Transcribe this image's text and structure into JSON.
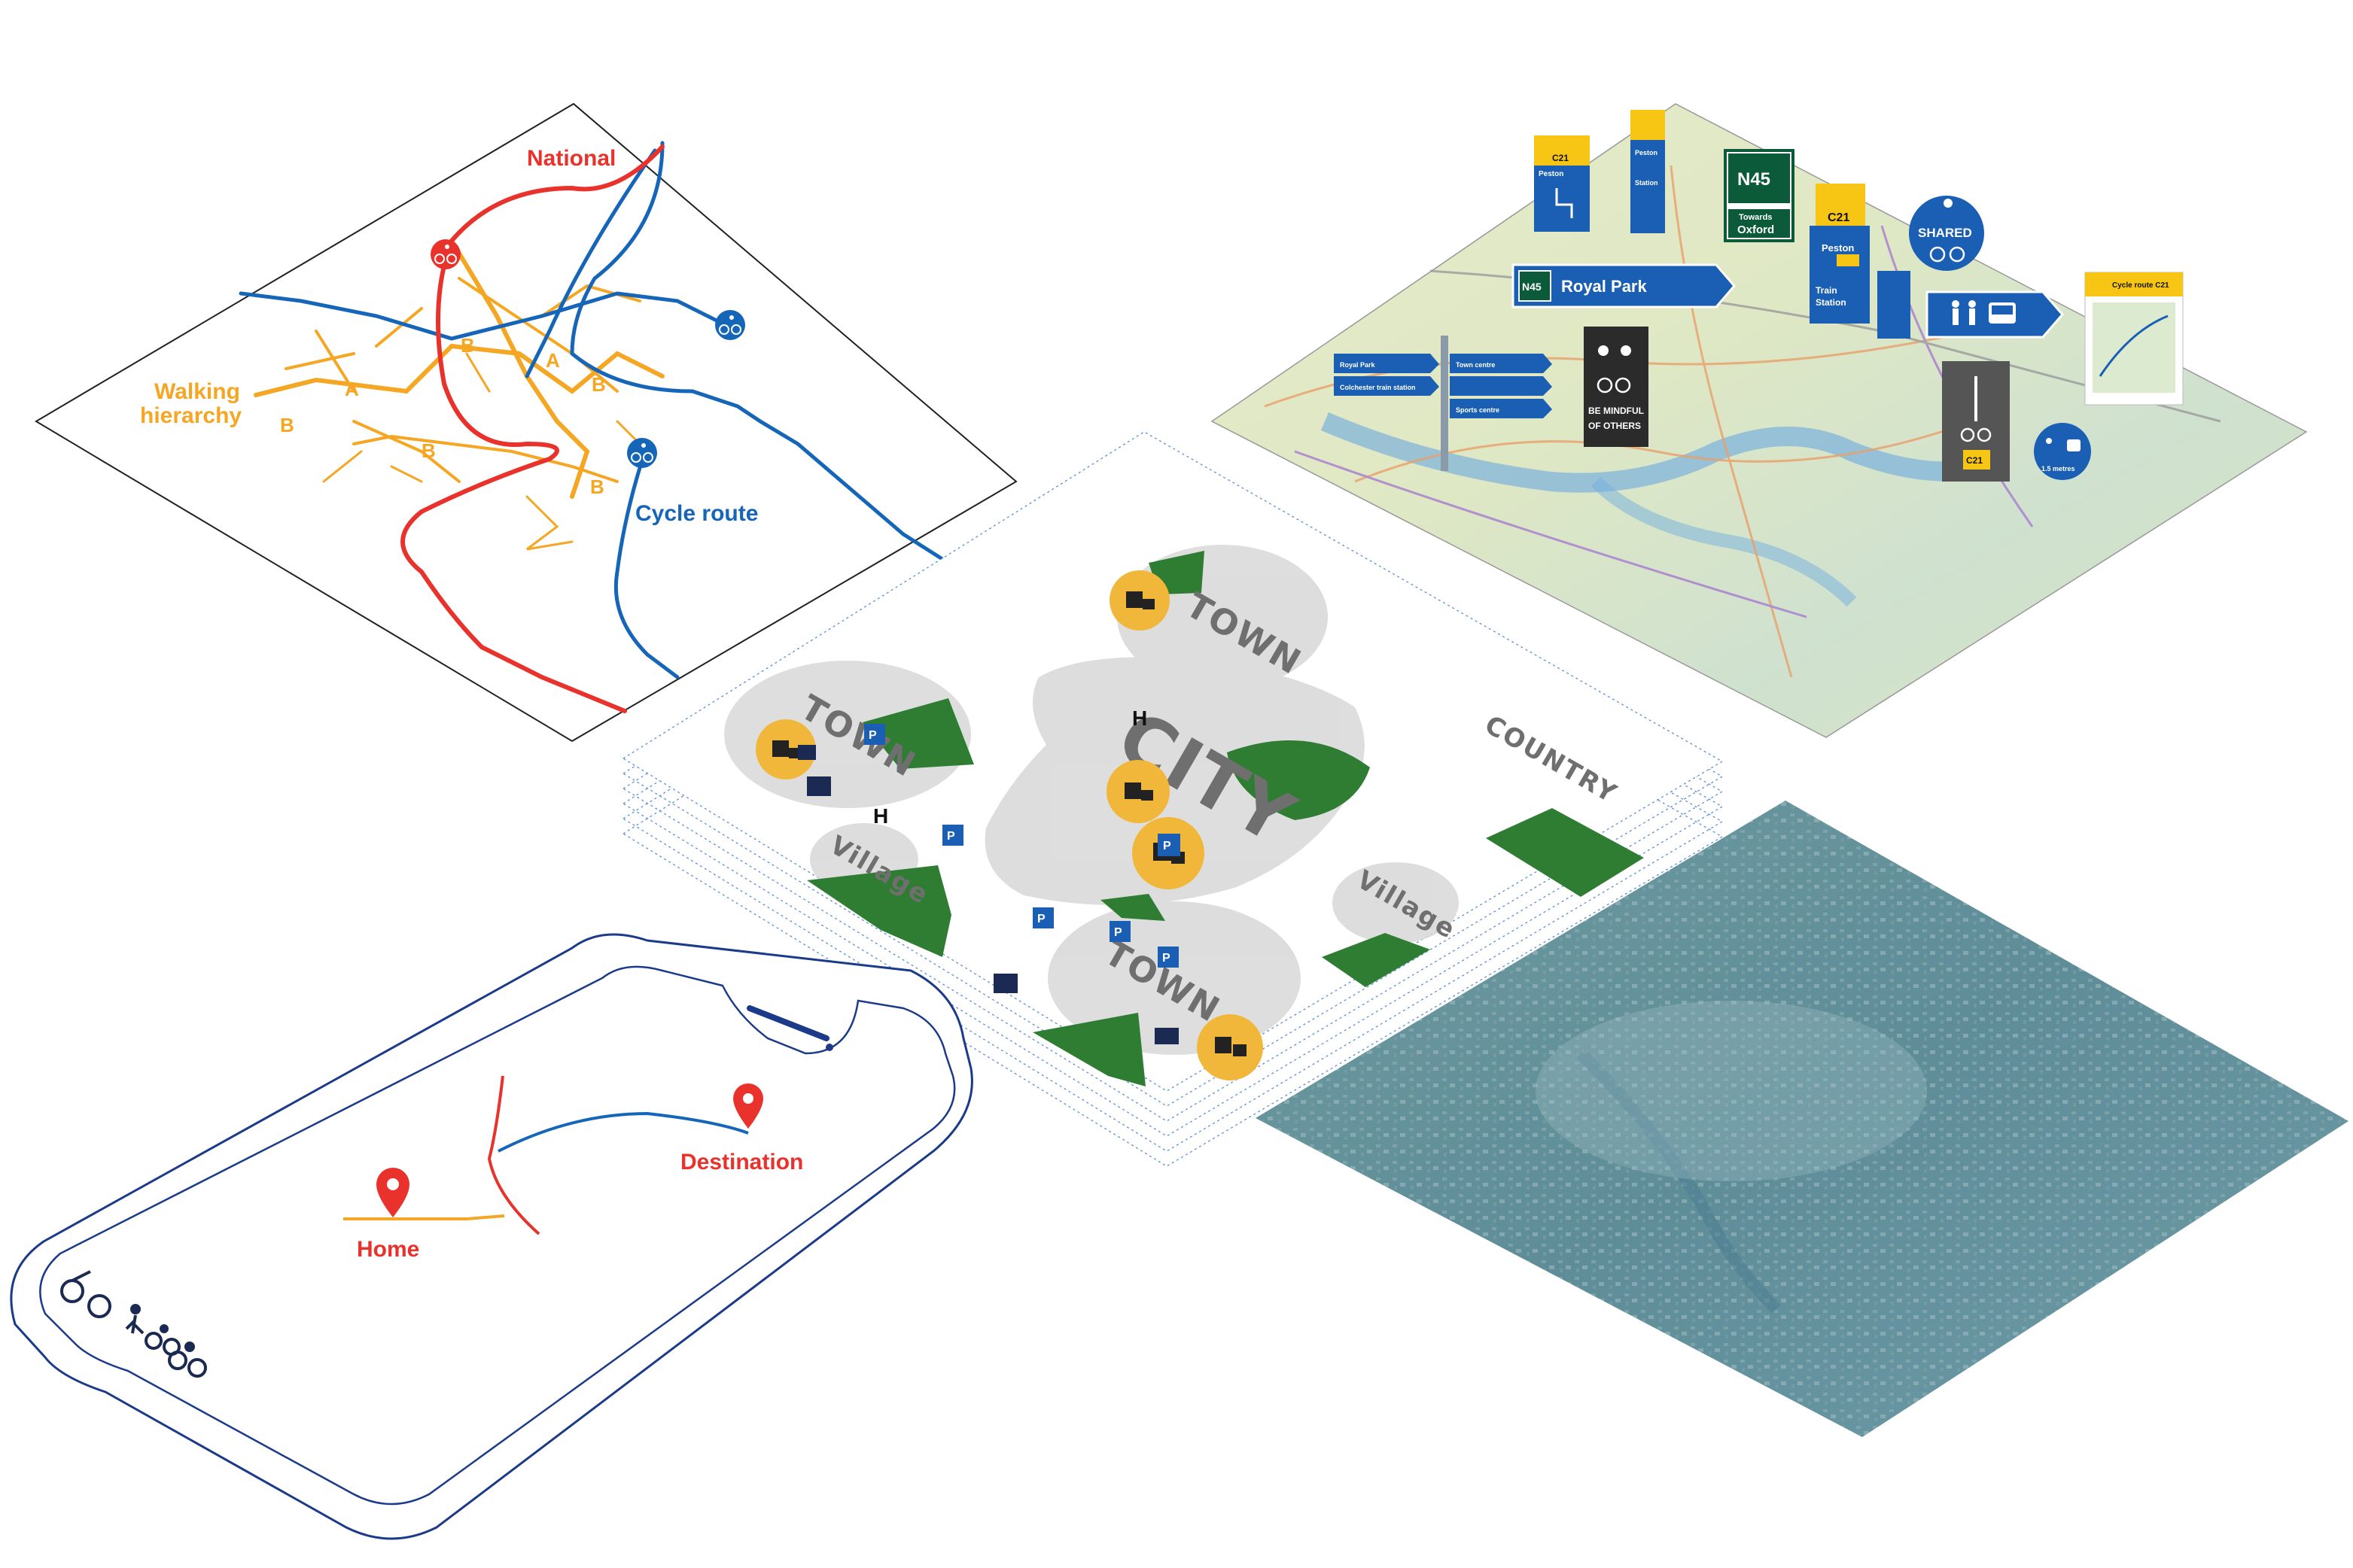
{
  "network_map": {
    "national_label": "National",
    "walking_label_line1": "Walking",
    "walking_label_line2": "hierarchy",
    "cycle_label": "Cycle route",
    "grade_a": "A",
    "grade_b": "B",
    "colors": {
      "national": "#e8322b",
      "walking": "#f5a623",
      "cycle": "#1565b8"
    }
  },
  "signage_map": {
    "n45": "N45",
    "royal_park": "Royal Park",
    "towards": "Towards",
    "oxford": "Oxford",
    "c21": "C21",
    "peston": "Peston",
    "train_station_1": "Train",
    "train_station_2": "Station",
    "shared": "SHARED",
    "be_mindful_1": "BE MINDFUL",
    "be_mindful_2": "OF OTHERS",
    "metres": "1.5 metres",
    "cycle_route_c21": "Cycle route C21",
    "town_centre": "Town centre",
    "train_station_full": "Colchester train station",
    "sports_centre": "Sports centre",
    "sign_colors": {
      "blue": "#1a5fb4",
      "green": "#0b5a3a",
      "yellow": "#f7c614",
      "dark": "#2b2b2b"
    }
  },
  "place_map": {
    "city": "CITY",
    "town": "TOWN",
    "village": "Village",
    "country": "COUNTRY",
    "hospital": "H",
    "parking": "P",
    "colors": {
      "green": "#2e7d32",
      "amber": "#f0b73a",
      "grey": "#d8d8d8"
    }
  },
  "phone_app": {
    "home_label": "Home",
    "destination_label": "Destination",
    "mode_icons": [
      "wheelchair-icon",
      "walking-icon",
      "cycling-icon",
      "ebike-icon"
    ]
  },
  "satellite_map": {}
}
